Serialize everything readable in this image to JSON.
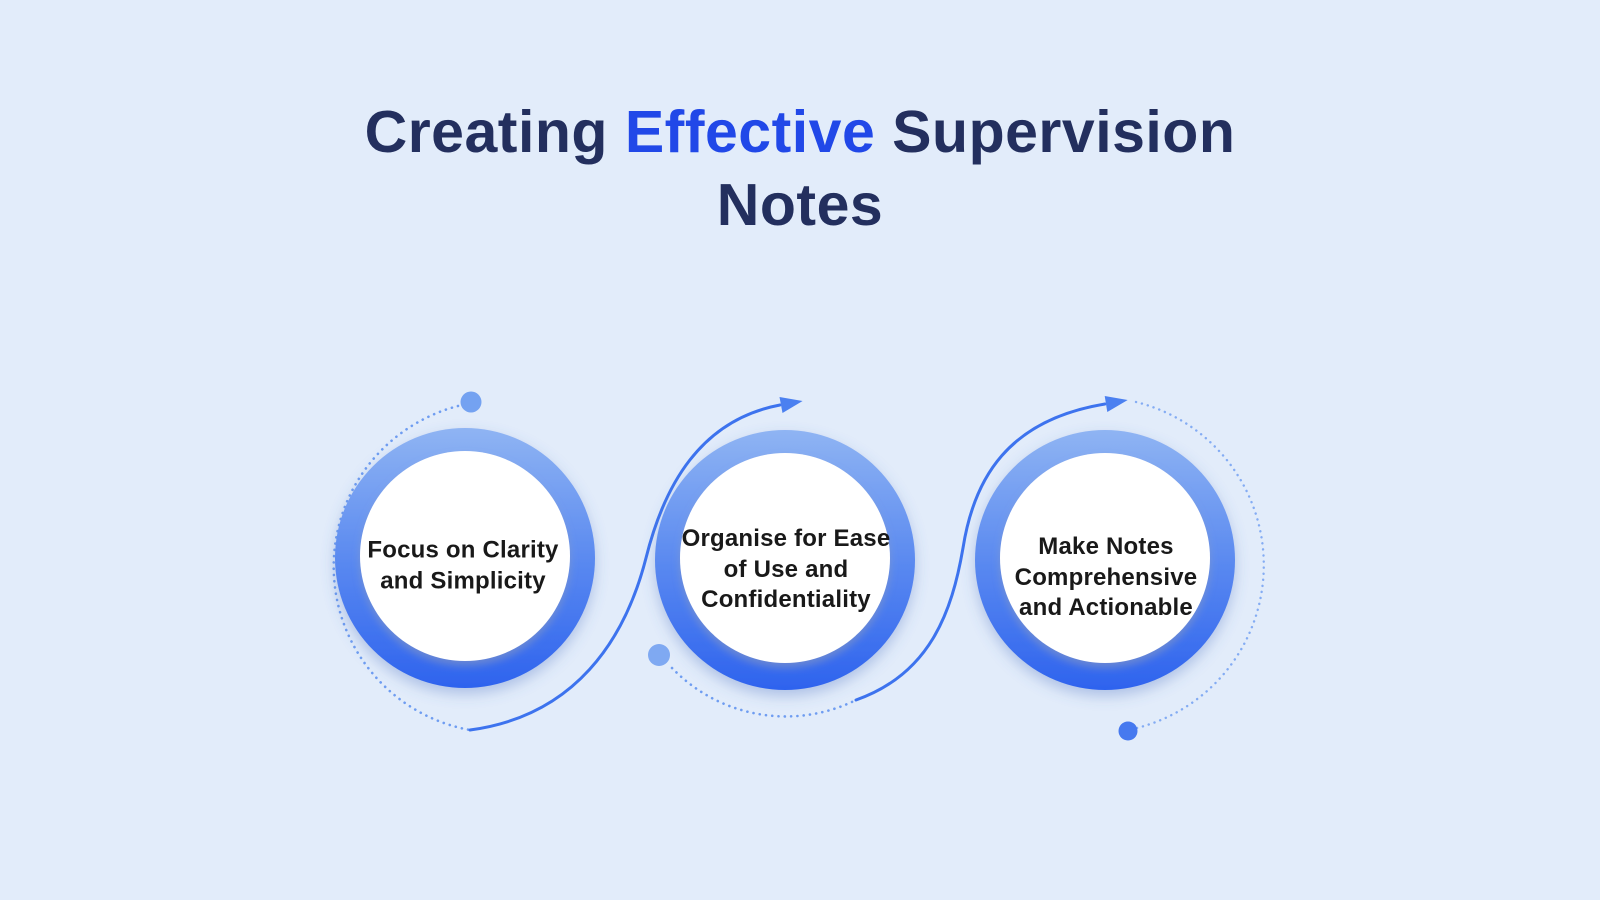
{
  "title": {
    "prefix": "Creating ",
    "highlight": "Effective",
    "suffix": " Supervision",
    "line2": "Notes"
  },
  "steps": [
    {
      "label": "Focus on Clarity\nand Simplicity"
    },
    {
      "label": "Organise for Ease\nof Use and\nConfidentiality"
    },
    {
      "label": "Make Notes\nComprehensive\nand Actionable"
    }
  ],
  "palette": {
    "background": "#e2ecfa",
    "title_navy": "#232f5e",
    "title_accent": "#2148e8",
    "step_text": "#191919",
    "ring_top": "#8fb4f3",
    "ring_mid": "#5b8af0",
    "ring_bottom": "#2e63ee",
    "circle_fill": "#ffffff",
    "line_solid": "#3d73ee",
    "line_dotted": "#6f9df1",
    "line_dotted_light": "#84acf3",
    "arrow": "#4b80f0",
    "dot_start": "#74a2f1",
    "dot_mid": "#7fa9f2",
    "dot_end": "#4679ef"
  }
}
